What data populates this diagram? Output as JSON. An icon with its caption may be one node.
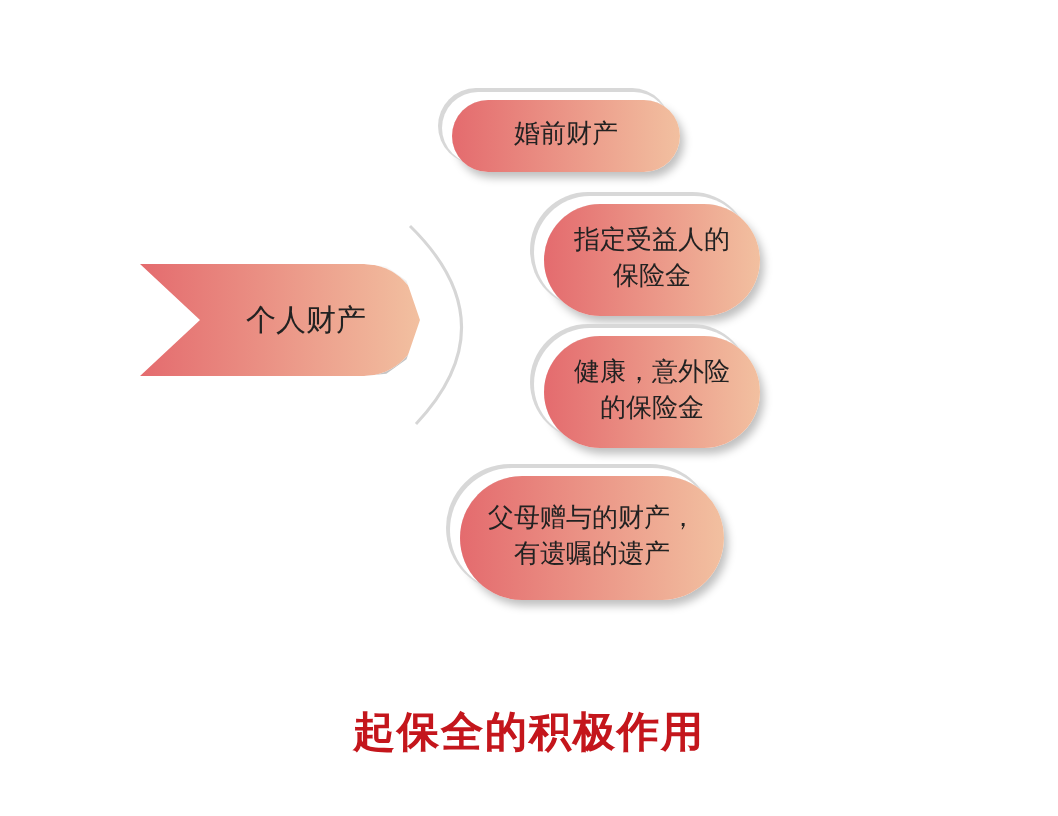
{
  "diagram": {
    "caption": "起保全的积极作用",
    "nodes": [
      {
        "text": [
          "个人财产"
        ]
      },
      {
        "text": [
          "婚前财产"
        ]
      },
      {
        "text": [
          "指定受益人的保险金"
        ]
      },
      {
        "text": [
          "健康，意外险的保险金"
        ]
      },
      {
        "text": [
          "父母赠与的财产，有遗嘱的遗产"
        ]
      }
    ]
  }
}
